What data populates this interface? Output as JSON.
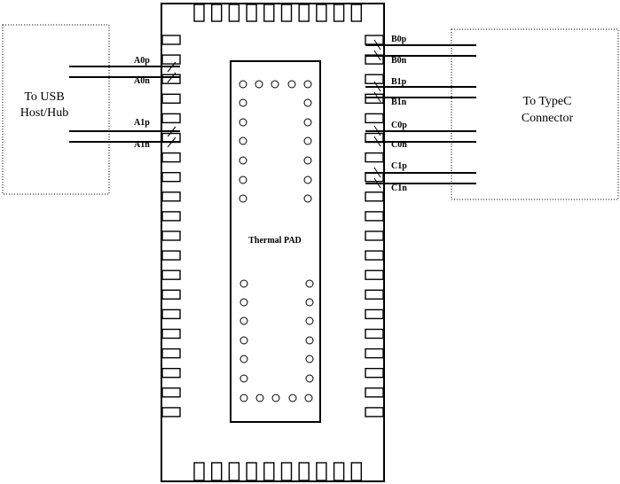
{
  "host_box": {
    "line1": "To USB",
    "line2": "Host/Hub"
  },
  "typec_box": {
    "line1": "To TypeC",
    "line2": "Connector"
  },
  "thermal_pad": {
    "label": "Thermal PAD"
  },
  "left_pins": [
    "A0p",
    "A0n",
    "A1p",
    "A1n"
  ],
  "right_pins": [
    "B0p",
    "B0n",
    "B1p",
    "B1n",
    "C0p",
    "C0n",
    "C1p",
    "C1n"
  ],
  "package": {
    "left_pad_count": 20,
    "right_pad_count": 20,
    "top_pad_count": 10,
    "bottom_pad_count": 10
  },
  "colors": {
    "stroke": "#000000",
    "background": "#ffffff"
  }
}
